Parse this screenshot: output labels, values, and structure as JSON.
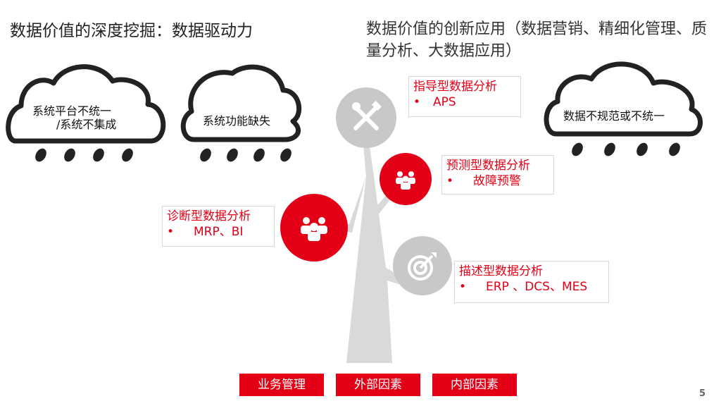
{
  "titles": {
    "left": "数据价值的深度挖掘：数据驱动力",
    "right": "数据价值的创新应用（数据营销、精细化管理、质量分析、大数据应用）"
  },
  "clouds": [
    {
      "line1": "系统平台不统一",
      "line2": "/系统不集成"
    },
    {
      "line1": "系统功能缺失"
    },
    {
      "line1": "数据不规范或不统一"
    }
  ],
  "analysis": {
    "prescriptive": {
      "title": "指导型数据分析",
      "bullet": "•",
      "item": "APS"
    },
    "predictive": {
      "title": "预测型数据分析",
      "bullet": "•",
      "item": "故障预警"
    },
    "diagnostic": {
      "title": "诊断型数据分析",
      "bullet": "•",
      "item": "MRP、BI"
    },
    "descriptive": {
      "title": "描述型数据分析",
      "bullet": "•",
      "item": "ERP 、DCS、MES"
    }
  },
  "roots": [
    "业务管理",
    "外部因素",
    "内部因素"
  ],
  "page_number": "5",
  "colors": {
    "accent": "#e30016",
    "gray": "#c4c4c4",
    "tree": "#d6d6d6",
    "cloud": "#222222"
  },
  "icons": [
    "tools-icon",
    "team-icon",
    "team-icon",
    "target-icon",
    "raindrop-icon"
  ]
}
